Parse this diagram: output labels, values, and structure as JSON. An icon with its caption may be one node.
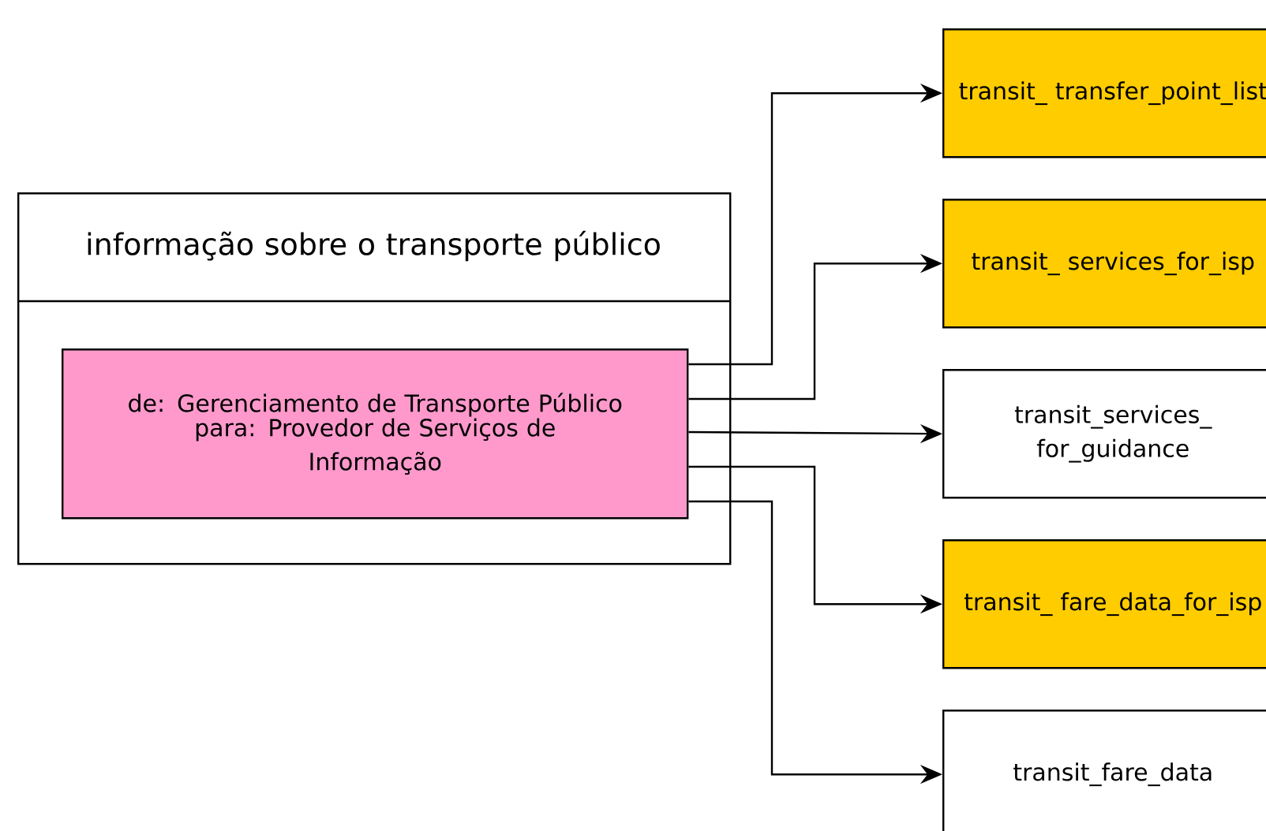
{
  "diagram": {
    "nodes": [
      {
        "text": [
          "informação sobre o transporte público"
        ]
      },
      {
        "text": [
          "de: Gerenciamento de Transporte Público",
          "para: Provedor de Serviços de Informação"
        ],
        "in": 0
      },
      {
        "text": [
          "transit_ transfer_point_list"
        ]
      },
      {
        "text": [
          "transit_ services_for_isp"
        ]
      },
      {
        "text": [
          "transit_services_ for_guidance"
        ]
      },
      {
        "text": [
          "transit_ fare_data_for_isp"
        ]
      },
      {
        "text": [
          "transit_fare_data"
        ]
      }
    ],
    "edges": [
      {
        "from": 1,
        "to": 2,
        "arrow": "to"
      },
      {
        "from": 1,
        "to": 3,
        "arrow": "to"
      },
      {
        "from": 1,
        "to": 4,
        "arrow": "to"
      },
      {
        "from": 1,
        "to": 5,
        "arrow": "to"
      },
      {
        "from": 1,
        "to": 6,
        "arrow": "to"
      }
    ]
  }
}
